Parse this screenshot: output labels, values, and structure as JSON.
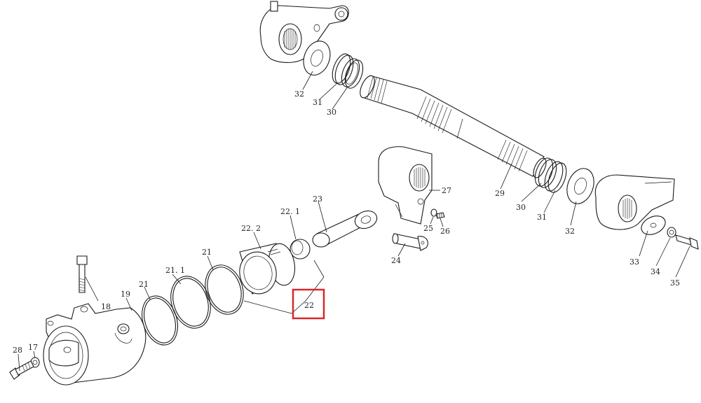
{
  "labels": {
    "l32a": "32",
    "l31a": "31",
    "l30a": "30",
    "l29": "29",
    "l30b": "30",
    "l31b": "31",
    "l32b": "32",
    "l33": "33",
    "l34": "34",
    "l35": "35",
    "l27": "27",
    "l25": "25",
    "l26": "26",
    "l24": "24",
    "l23": "23",
    "l22_1": "22. 1",
    "l22_2": "22. 2",
    "l22": "22",
    "l21a": "21",
    "l21_1": "21. 1",
    "l21b": "21",
    "l19": "19",
    "l18": "18",
    "l17": "17",
    "l28": "28"
  },
  "highlight": {
    "target": "22",
    "color": "#d9282b"
  },
  "colors": {
    "line": "#1a1a1a",
    "background": "#ffffff"
  }
}
